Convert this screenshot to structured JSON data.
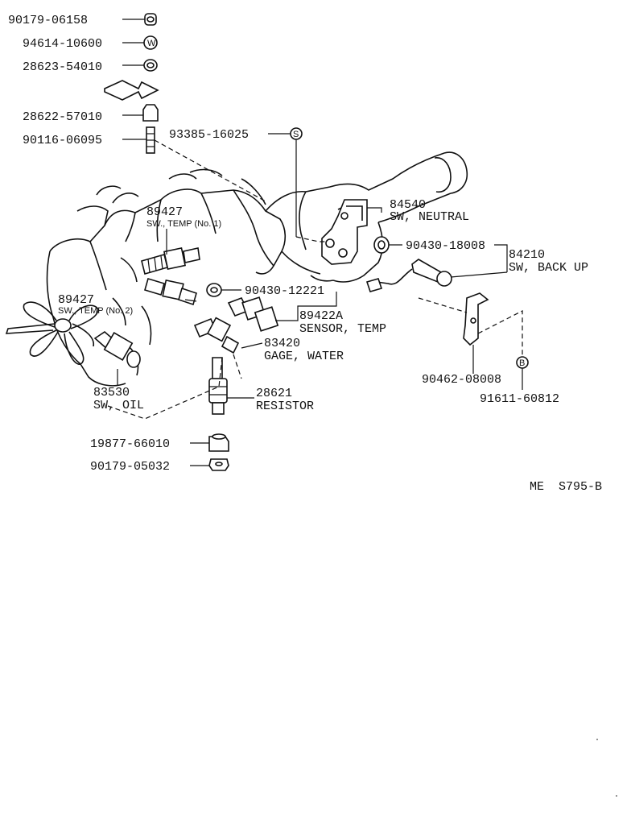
{
  "parts": [
    {
      "id": "p1",
      "number": "90179-06158"
    },
    {
      "id": "p2",
      "number": "94614-10600"
    },
    {
      "id": "p3",
      "number": "28623-54010"
    },
    {
      "id": "p4",
      "number": "28622-57010"
    },
    {
      "id": "p5",
      "number": "90116-06095"
    },
    {
      "id": "p6",
      "number": "93385-16025"
    },
    {
      "id": "p7",
      "number": "84540",
      "name": "SW, NEUTRAL"
    },
    {
      "id": "p8",
      "number": "90430-18008"
    },
    {
      "id": "p9",
      "number": "84210",
      "name": "SW, BACK UP"
    },
    {
      "id": "p10",
      "number": "89427",
      "name": "SW., TEMP (No. 1)"
    },
    {
      "id": "p11",
      "number": "89427",
      "name": "SW., TEMP (No. 2)"
    },
    {
      "id": "p12",
      "number": "90430-12221"
    },
    {
      "id": "p13",
      "number": "89422A",
      "name": "SENSOR, TEMP"
    },
    {
      "id": "p14",
      "number": "83420",
      "name": "GAGE, WATER"
    },
    {
      "id": "p15",
      "number": "83530",
      "name": "SW, OIL"
    },
    {
      "id": "p16",
      "number": "28621",
      "name": "RESISTOR"
    },
    {
      "id": "p17",
      "number": "19877-66010"
    },
    {
      "id": "p18",
      "number": "90179-05032"
    },
    {
      "id": "p19",
      "number": "90462-08008"
    },
    {
      "id": "p20",
      "number": "91611-60812"
    }
  ],
  "reference_code": "ME  S795-B"
}
